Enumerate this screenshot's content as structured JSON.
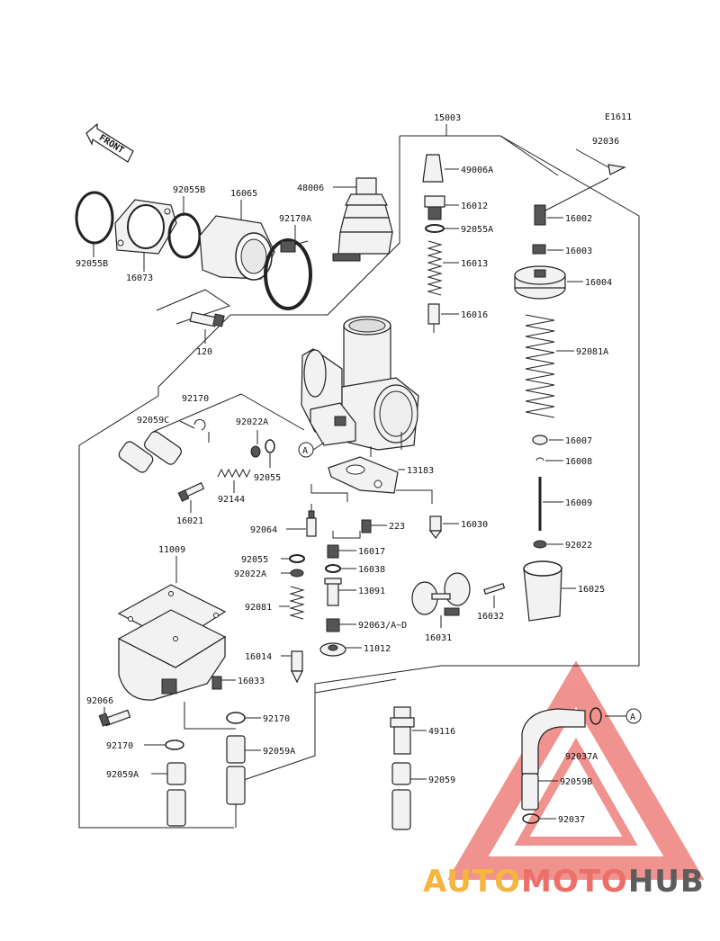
{
  "diagram": {
    "code": "E1611",
    "front_label": "FRONT",
    "callout": "A",
    "parts": {
      "p15003": "15003",
      "p92036": "92036",
      "p48006": "48006",
      "p49006A": "49006A",
      "p16012": "16012",
      "p92055A": "92055A",
      "p16013": "16013",
      "p16016": "16016",
      "p16002": "16002",
      "p16003": "16003",
      "p16004": "16004",
      "p92081A": "92081A",
      "p92055B_a": "92055B",
      "p16065": "16065",
      "p92170A": "92170A",
      "p92055B_b": "92055B",
      "p16073": "16073",
      "p120": "120",
      "p92170_a": "92170",
      "p92059C": "92059C",
      "p92022A_a": "92022A",
      "p92055_a": "92055",
      "p92144": "92144",
      "p16021": "16021",
      "p13183": "13183",
      "p16007": "16007",
      "p16008": "16008",
      "p16009": "16009",
      "p92022": "92022",
      "p92064": "92064",
      "p223": "223",
      "p16030": "16030",
      "p16017": "16017",
      "p16038": "16038",
      "p11009": "11009",
      "p92055_b": "92055",
      "p92022A_b": "92022A",
      "p13091": "13091",
      "p92081": "92081",
      "p92063": "92063/A~D",
      "p16014": "16014",
      "p11012": "11012",
      "p16031": "16031",
      "p16032": "16032",
      "p16025": "16025",
      "p16033": "16033",
      "p92066": "92066",
      "p92170_b": "92170",
      "p92170_c": "92170",
      "p92059A_a": "92059A",
      "p92059A_b": "92059A",
      "p49116": "49116",
      "p92059": "92059",
      "p92037A": "92037A",
      "p92059B": "92059B",
      "p92037": "92037"
    }
  },
  "watermark": {
    "part1": "AUTO",
    "part2": "MOTO",
    "part3": "HUB",
    "color1": "#f5b53f",
    "color2": "#ec6f6a",
    "color3": "#5d5d5d"
  }
}
